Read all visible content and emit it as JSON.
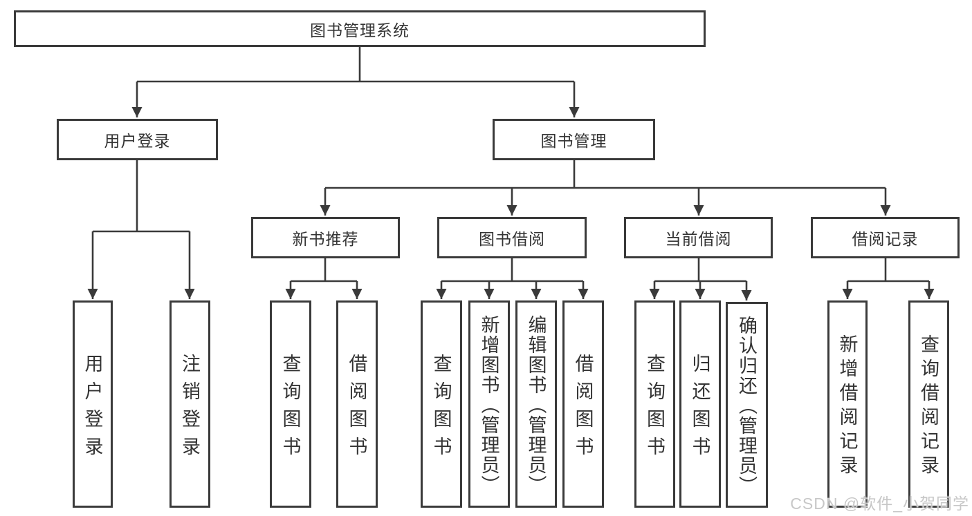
{
  "diagram": {
    "type": "tree",
    "title": "图书管理系统",
    "nodes": {
      "root": {
        "label": "图书管理系统"
      },
      "user_login": {
        "label": "用户登录"
      },
      "book_mgmt": {
        "label": "图书管理"
      },
      "new_book_rec": {
        "label": "新书推荐"
      },
      "book_borrow": {
        "label": "图书借阅"
      },
      "current_borrow": {
        "label": "当前借阅"
      },
      "borrow_record": {
        "label": "借阅记录"
      },
      "leaf_user_login": {
        "label": "用户登录"
      },
      "leaf_logout": {
        "label": "注销登录"
      },
      "leaf_rec_query": {
        "label": "查询图书"
      },
      "leaf_rec_borrow": {
        "label": "借阅图书"
      },
      "leaf_bb_query": {
        "label": "查询图书"
      },
      "leaf_bb_add": {
        "label": "新增图书（管理员）"
      },
      "leaf_bb_edit": {
        "label": "编辑图书（管理员）"
      },
      "leaf_bb_borrow": {
        "label": "借阅图书"
      },
      "leaf_cb_query": {
        "label": "查询图书"
      },
      "leaf_cb_return": {
        "label": "归还图书"
      },
      "leaf_cb_confirm": {
        "label": "确认归还（管理员）"
      },
      "leaf_br_add": {
        "label": "新增借阅记录"
      },
      "leaf_br_query": {
        "label": "查询借阅记录"
      }
    },
    "edges": [
      {
        "from": "root",
        "to": "user_login"
      },
      {
        "from": "root",
        "to": "book_mgmt"
      },
      {
        "from": "user_login",
        "to": "leaf_user_login"
      },
      {
        "from": "user_login",
        "to": "leaf_logout"
      },
      {
        "from": "book_mgmt",
        "to": "new_book_rec"
      },
      {
        "from": "book_mgmt",
        "to": "book_borrow"
      },
      {
        "from": "book_mgmt",
        "to": "current_borrow"
      },
      {
        "from": "book_mgmt",
        "to": "borrow_record"
      },
      {
        "from": "new_book_rec",
        "to": "leaf_rec_query"
      },
      {
        "from": "new_book_rec",
        "to": "leaf_rec_borrow"
      },
      {
        "from": "book_borrow",
        "to": "leaf_bb_query"
      },
      {
        "from": "book_borrow",
        "to": "leaf_bb_add"
      },
      {
        "from": "book_borrow",
        "to": "leaf_bb_edit"
      },
      {
        "from": "book_borrow",
        "to": "leaf_bb_borrow"
      },
      {
        "from": "current_borrow",
        "to": "leaf_cb_query"
      },
      {
        "from": "current_borrow",
        "to": "leaf_cb_return"
      },
      {
        "from": "current_borrow",
        "to": "leaf_cb_confirm"
      },
      {
        "from": "borrow_record",
        "to": "leaf_br_add"
      },
      {
        "from": "borrow_record",
        "to": "leaf_br_query"
      }
    ],
    "line_color": "#3a3a3a",
    "background": "#ffffff",
    "text_color": "#333333"
  },
  "watermark": {
    "text": "CSDN @软件_小贺同学",
    "color": "#c7c7c7"
  }
}
